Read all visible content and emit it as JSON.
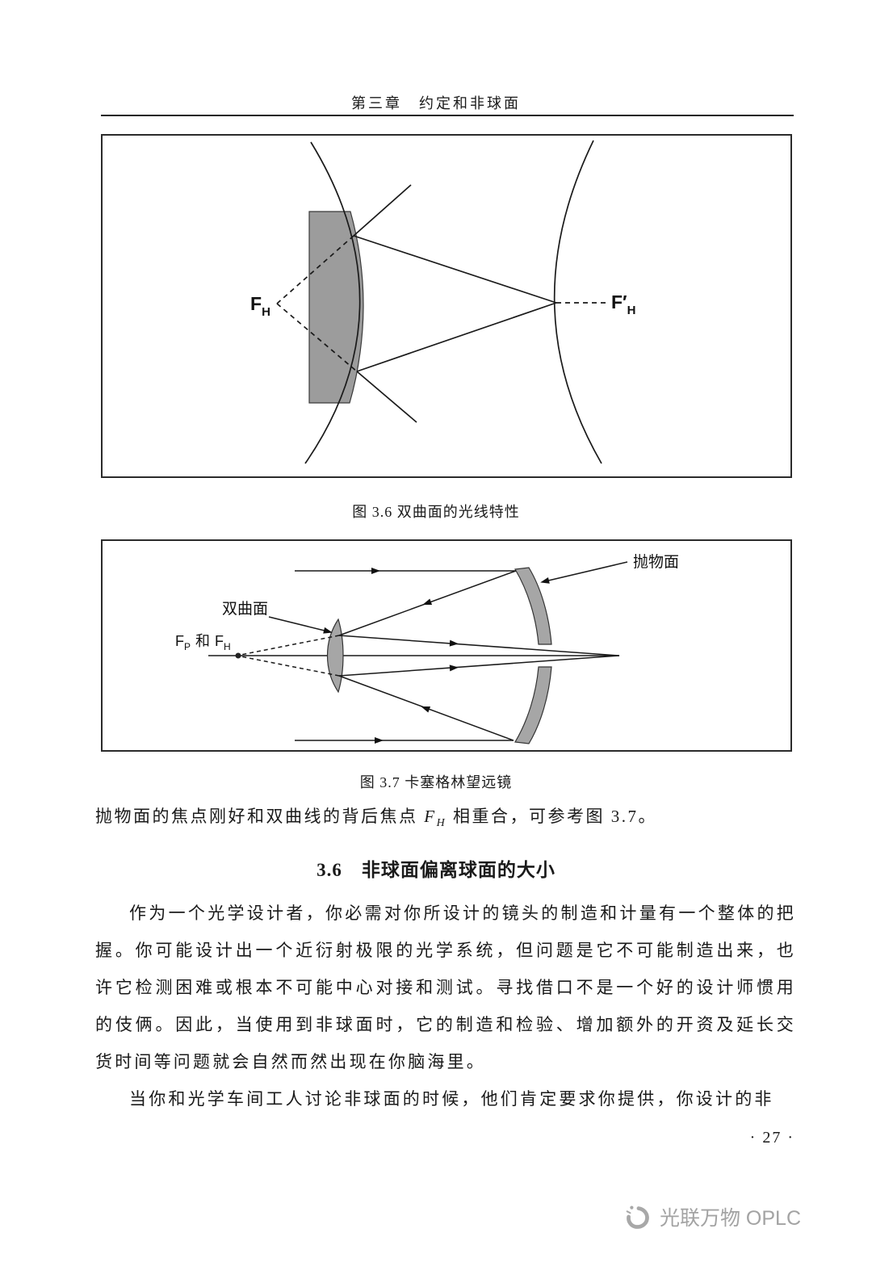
{
  "page": {
    "header_title": "第三章　约定和非球面",
    "page_number": "· 27 ·",
    "watermark_text": "光联万物 OPLC"
  },
  "figures": {
    "fig36": {
      "caption": "图 3.6  双曲面的光线特性",
      "labels": {
        "f_left_main": "F",
        "f_left_sub": "H",
        "f_right_main": "F′",
        "f_right_sub": "H"
      }
    },
    "fig37": {
      "caption": "图 3.7  卡塞格林望远镜",
      "labels": {
        "parabola": "抛物面",
        "hyperbola": "双曲面",
        "focus_f": "F",
        "focus_f_sub": "P",
        "focus_and": "和",
        "focus_f2": "F",
        "focus_f2_sub": "H"
      }
    }
  },
  "content": {
    "para_fig_before": "抛物面的焦点刚好和双曲线的背后焦点 ",
    "para_fig_f": "F",
    "para_fig_f_sub": "H",
    "para_fig_after": " 相重合，可参考图 3.7。",
    "section_heading": "3.6　非球面偏离球面的大小",
    "para1": "作为一个光学设计者，你必需对你所设计的镜头的制造和计量有一个整体的把握。你可能设计出一个近衍射极限的光学系统，但问题是它不可能制造出来，也许它检测困难或根本不可能中心对接和测试。寻找借口不是一个好的设计师惯用的伎俩。因此，当使用到非球面时，它的制造和检验、增加额外的开资及延长交货时间等问题就会自然而然出现在你脑海里。",
    "para2": "当你和光学车间工人讨论非球面的时候，他们肯定要求你提供，你设计的非"
  }
}
